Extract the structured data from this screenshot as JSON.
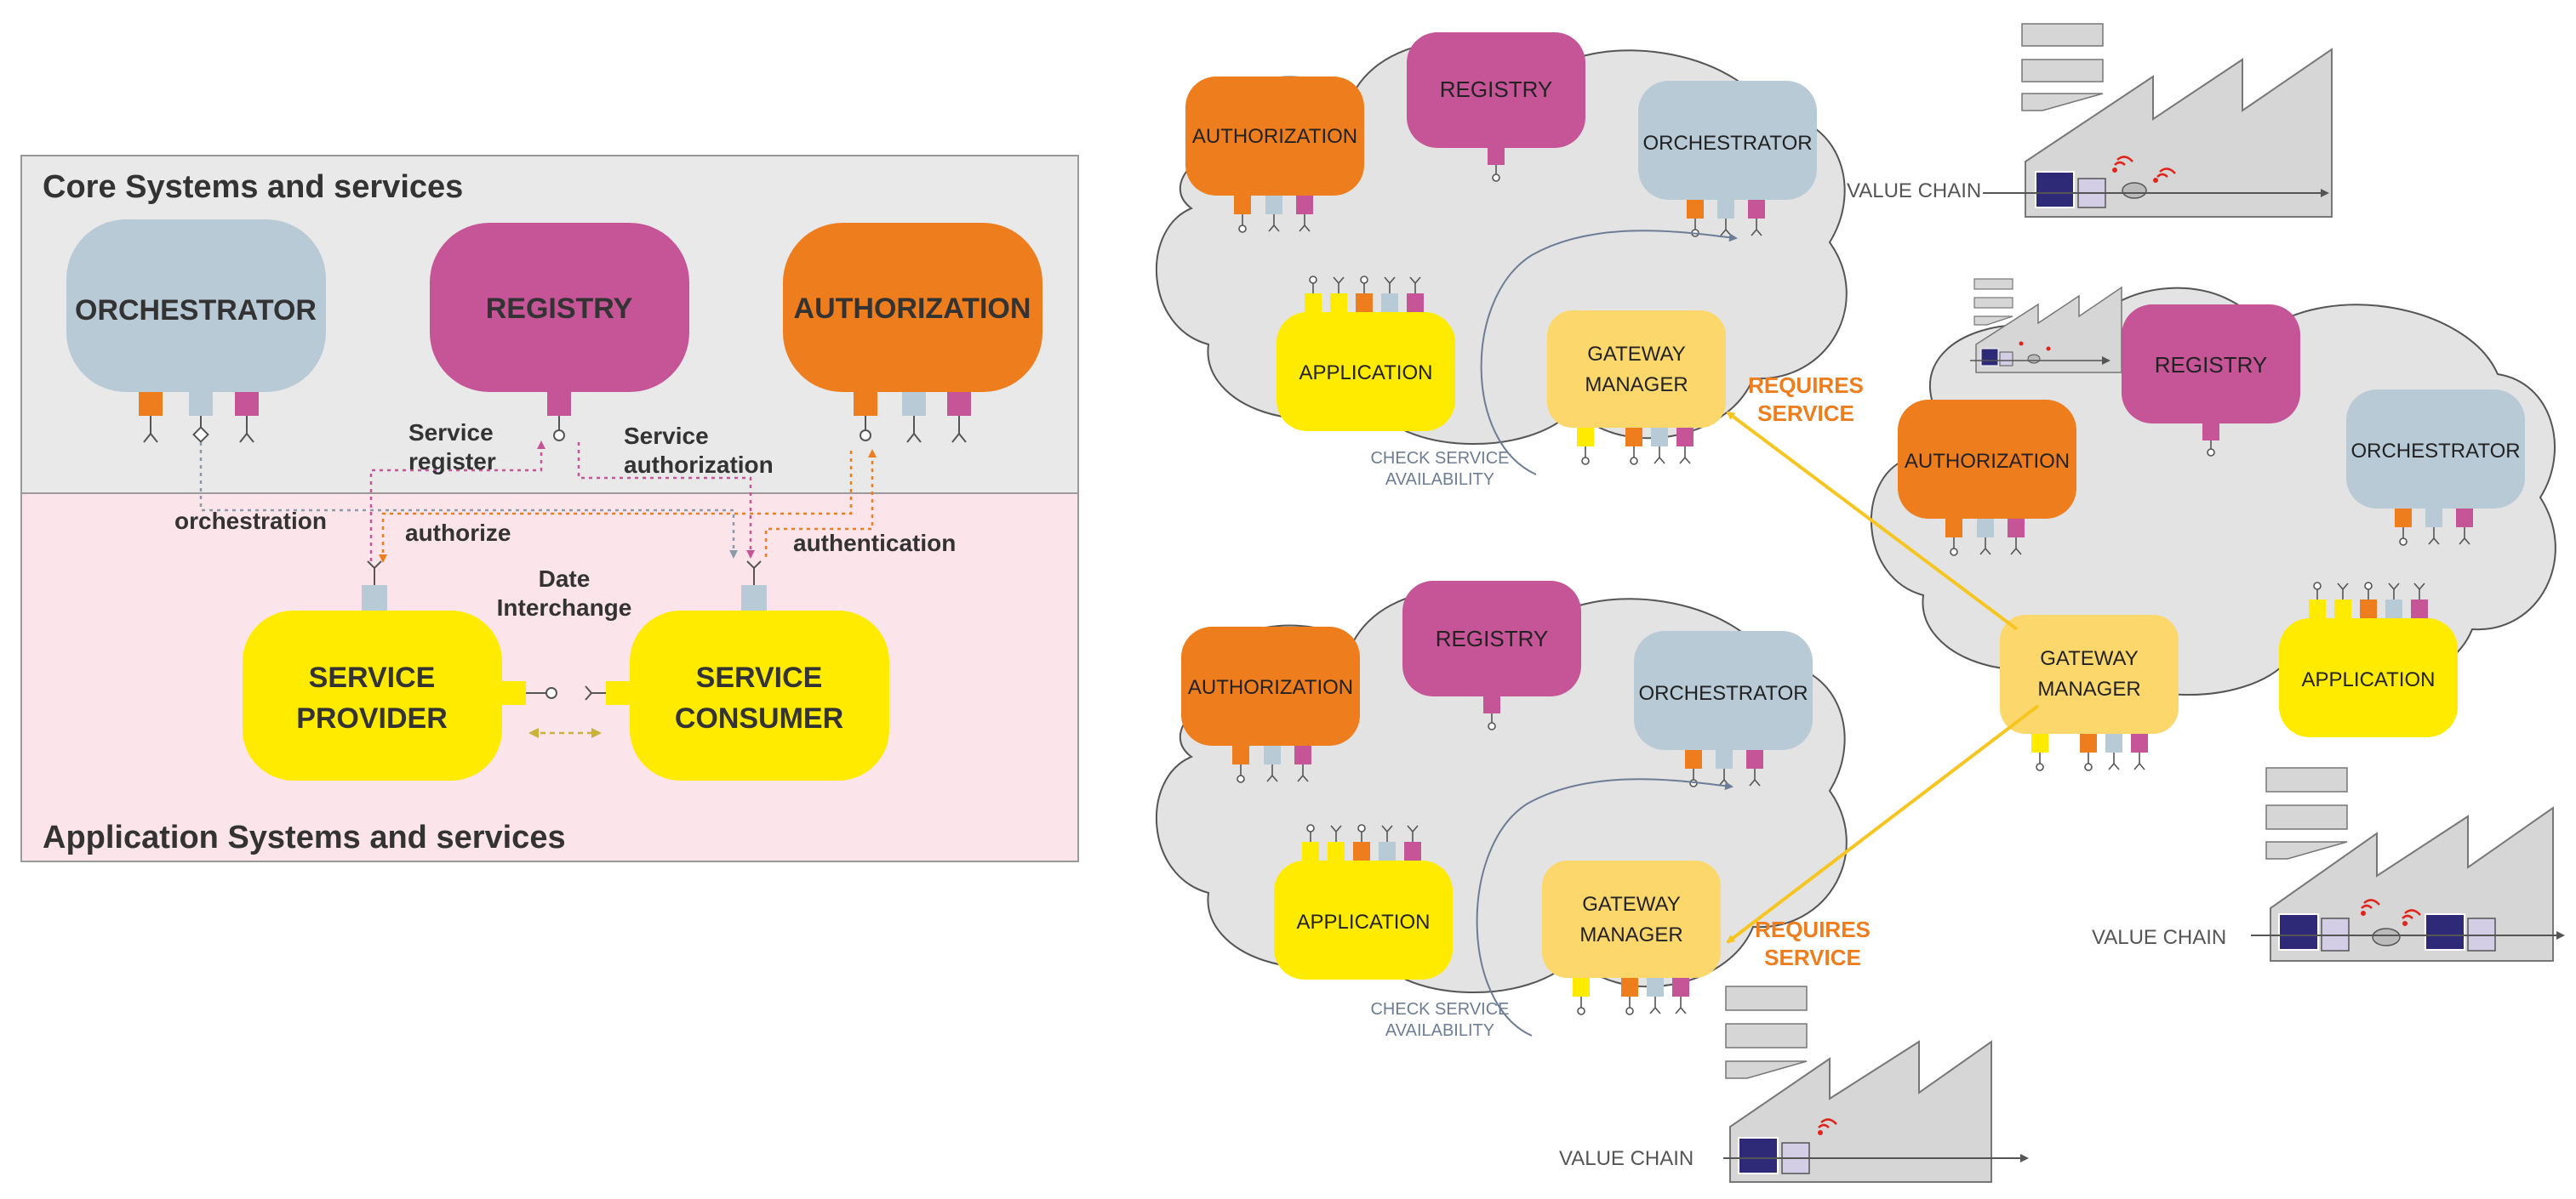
{
  "colors": {
    "orchestrator": "#b8cad6",
    "registry": "#c65598",
    "authorization": "#ee7d1d",
    "application": "#ffeb00",
    "gateway": "#fcd86c",
    "core_bg": "#e9e9e9",
    "app_bg": "#fbe4ea",
    "cloud": "#e3e3e3",
    "factory": "#d6d6d6",
    "device_dark": "#2f2a78",
    "device_light": "#d4cde6",
    "arrow_yellow": "#f7c51f",
    "check_text": "#6d7d95",
    "requires_text": "#ee7d1d"
  },
  "left": {
    "core_title": "Core Systems and services",
    "app_title": "Application Systems and services",
    "orchestrator": "ORCHESTRATOR",
    "registry": "REGISTRY",
    "authorization": "AUTHORIZATION",
    "provider": [
      "SERVICE",
      "PROVIDER"
    ],
    "consumer": [
      "SERVICE",
      "CONSUMER"
    ],
    "labels": {
      "service_register": [
        "Service",
        "register"
      ],
      "service_authorization": [
        "Service",
        "authorization"
      ],
      "orchestration": "orchestration",
      "authorize": "authorize",
      "authentication": "authentication",
      "date_interchange": [
        "Date",
        "Interchange"
      ]
    }
  },
  "cloud_labels": {
    "authorization": "AUTHORIZATION",
    "registry": "REGISTRY",
    "orchestrator": "ORCHESTRATOR",
    "application": "APPLICATION",
    "gateway": [
      "GATEWAY",
      "MANAGER"
    ],
    "requires": [
      "REQUIRES",
      "SERVICE"
    ],
    "check": [
      "CHECK SERVICE",
      "AVAILABILITY"
    ]
  },
  "value_chain": "VALUE CHAIN"
}
